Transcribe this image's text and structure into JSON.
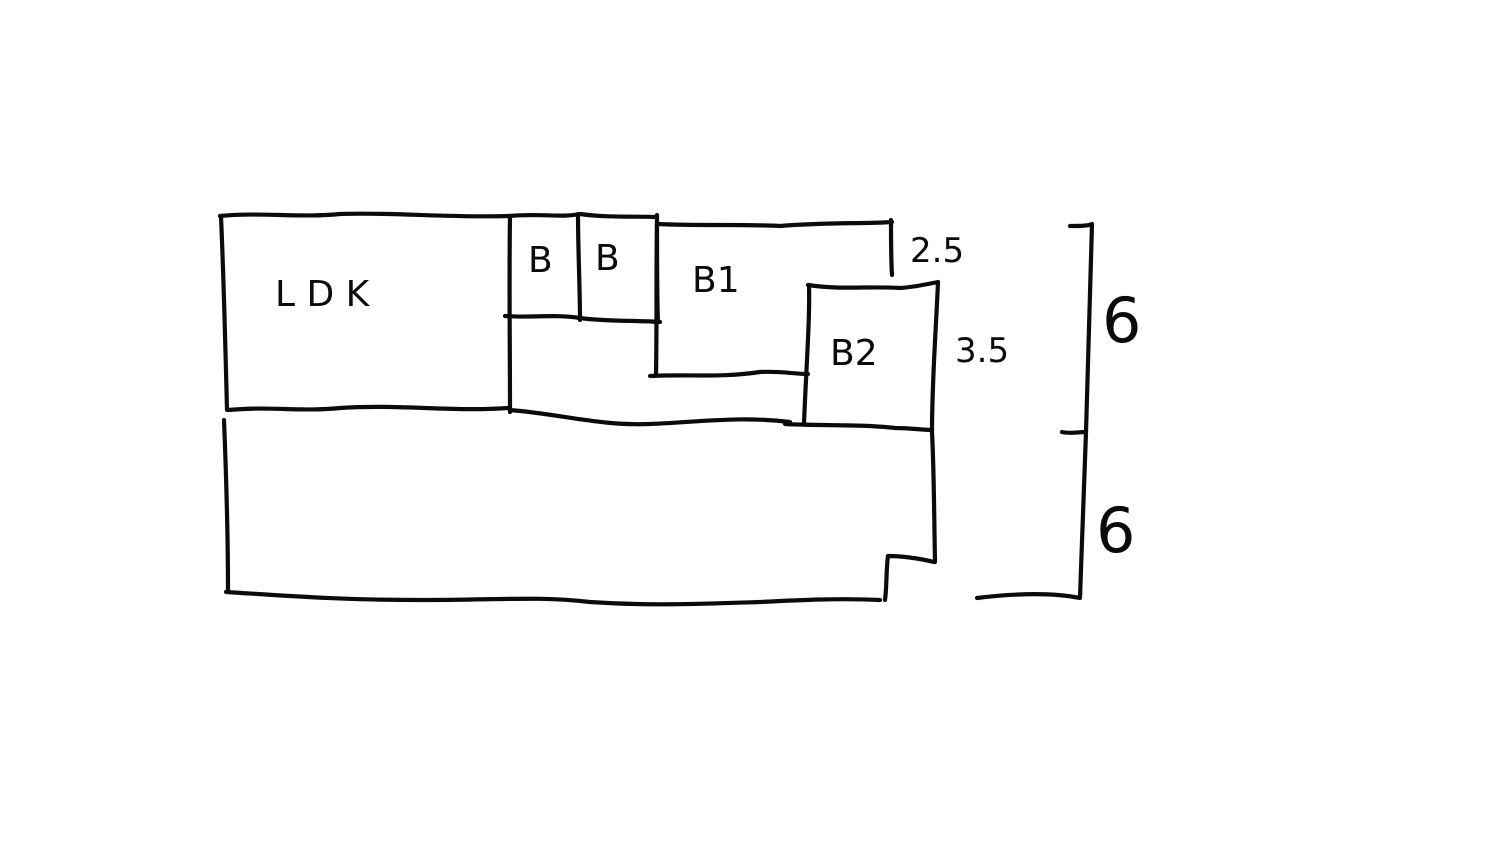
{
  "sketch": {
    "rooms": {
      "ldk": "L D K",
      "b_left": "B",
      "b_right": "B",
      "b1": "B1",
      "b2": "B2"
    },
    "dimensions": {
      "b1_depth": "2.5",
      "b2_depth": "3.5",
      "upper_total": "6",
      "lower_total": "6"
    }
  }
}
